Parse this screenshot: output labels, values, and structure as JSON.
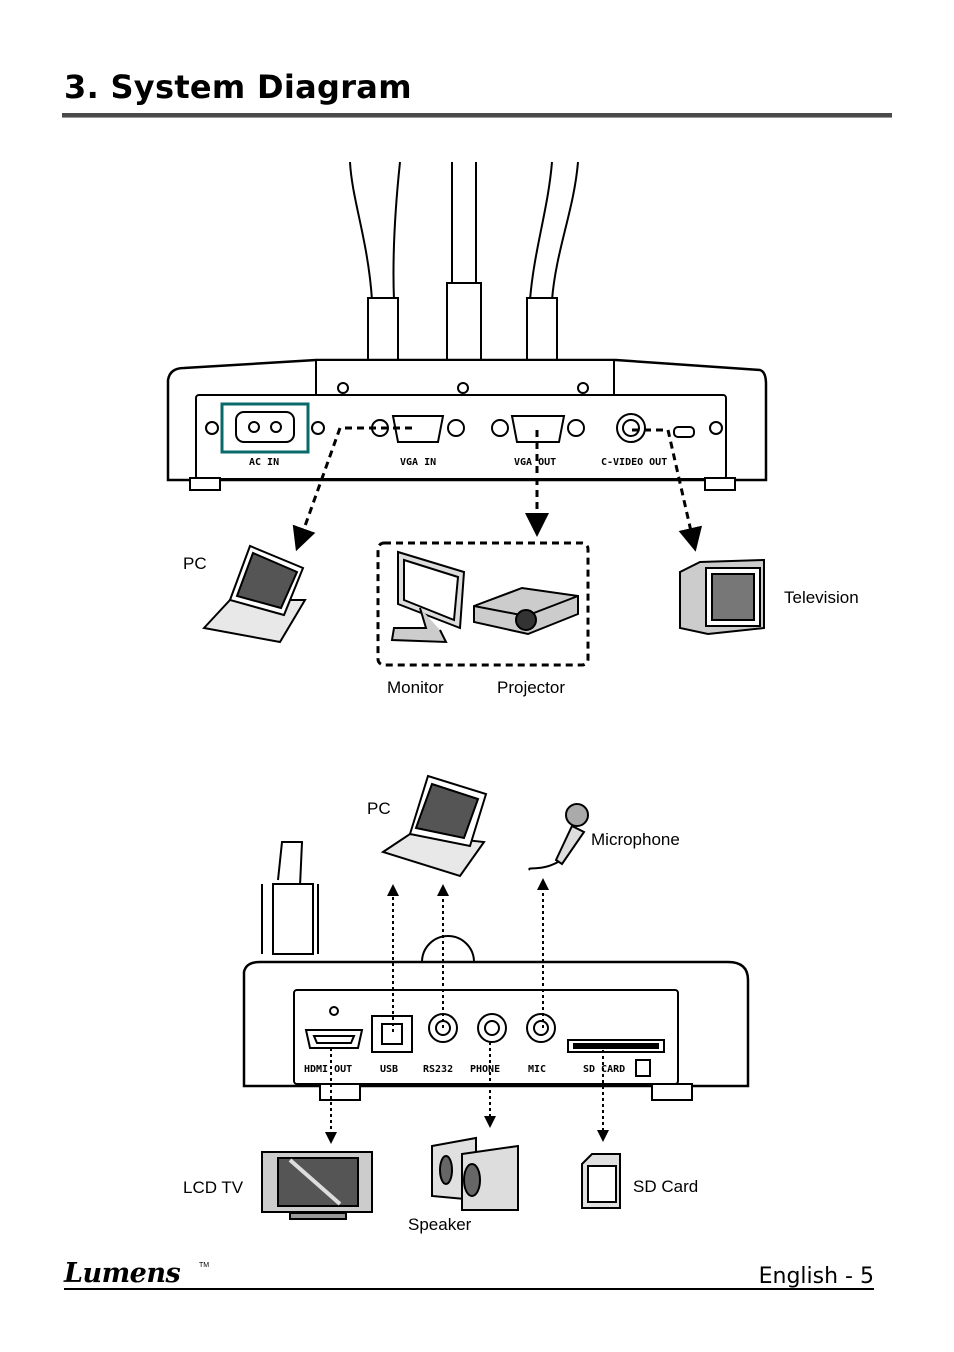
{
  "heading": {
    "title": "3. System Diagram"
  },
  "diagram_top": {
    "ports": {
      "ac_in": "AC IN",
      "vga_in": "VGA IN",
      "vga_out": "VGA OUT",
      "c_video_out": "C-VIDEO OUT"
    },
    "labels": {
      "pc": "PC",
      "monitor": "Monitor",
      "projector": "Projector",
      "television": "Television"
    }
  },
  "diagram_bottom": {
    "ports": {
      "hdmi_out": "HDMI OUT",
      "usb": "USB",
      "rs232": "RS232",
      "phone": "PHONE",
      "mic": "MIC",
      "sd_card": "SD CARD"
    },
    "labels": {
      "pc": "PC",
      "microphone": "Microphone",
      "lcd_tv": "LCD TV",
      "speaker": "Speaker",
      "sd_card": "SD Card"
    }
  },
  "footer": {
    "brand": "Lumens",
    "trademark": "TM",
    "page_label": "English - 5"
  }
}
